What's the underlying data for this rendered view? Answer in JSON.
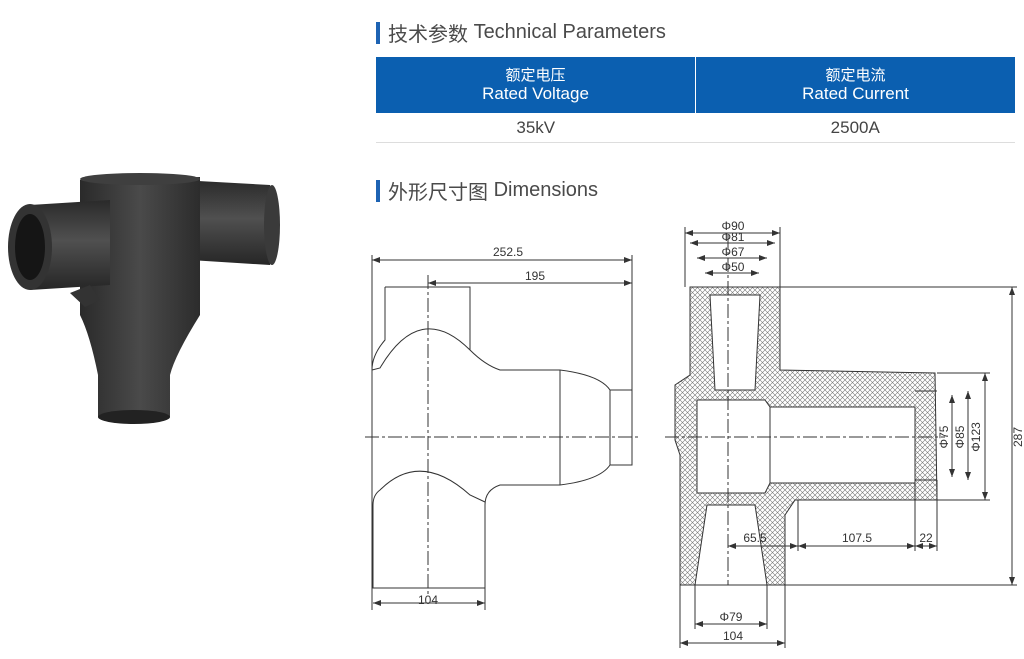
{
  "sections": {
    "technical": {
      "title_cn": "技术参数",
      "title_en": "Technical Parameters"
    },
    "dimensions": {
      "title_cn": "外形尺寸图",
      "title_en": "Dimensions"
    }
  },
  "table": {
    "headers": [
      {
        "cn": "额定电压",
        "en": "Rated Voltage"
      },
      {
        "cn": "额定电流",
        "en": "Rated Current"
      }
    ],
    "row": [
      "35kV",
      "2500A"
    ]
  },
  "drawing_left": {
    "dims": [
      "252.5",
      "195",
      "104"
    ]
  },
  "drawing_right": {
    "dims": [
      "Φ90",
      "Φ81",
      "Φ67",
      "Φ50",
      "287",
      "Φ123",
      "Φ85",
      "Φ75",
      "65.5",
      "107.5",
      "22",
      "Φ79",
      "104"
    ]
  },
  "colors": {
    "accent": "#0b5fb0"
  }
}
